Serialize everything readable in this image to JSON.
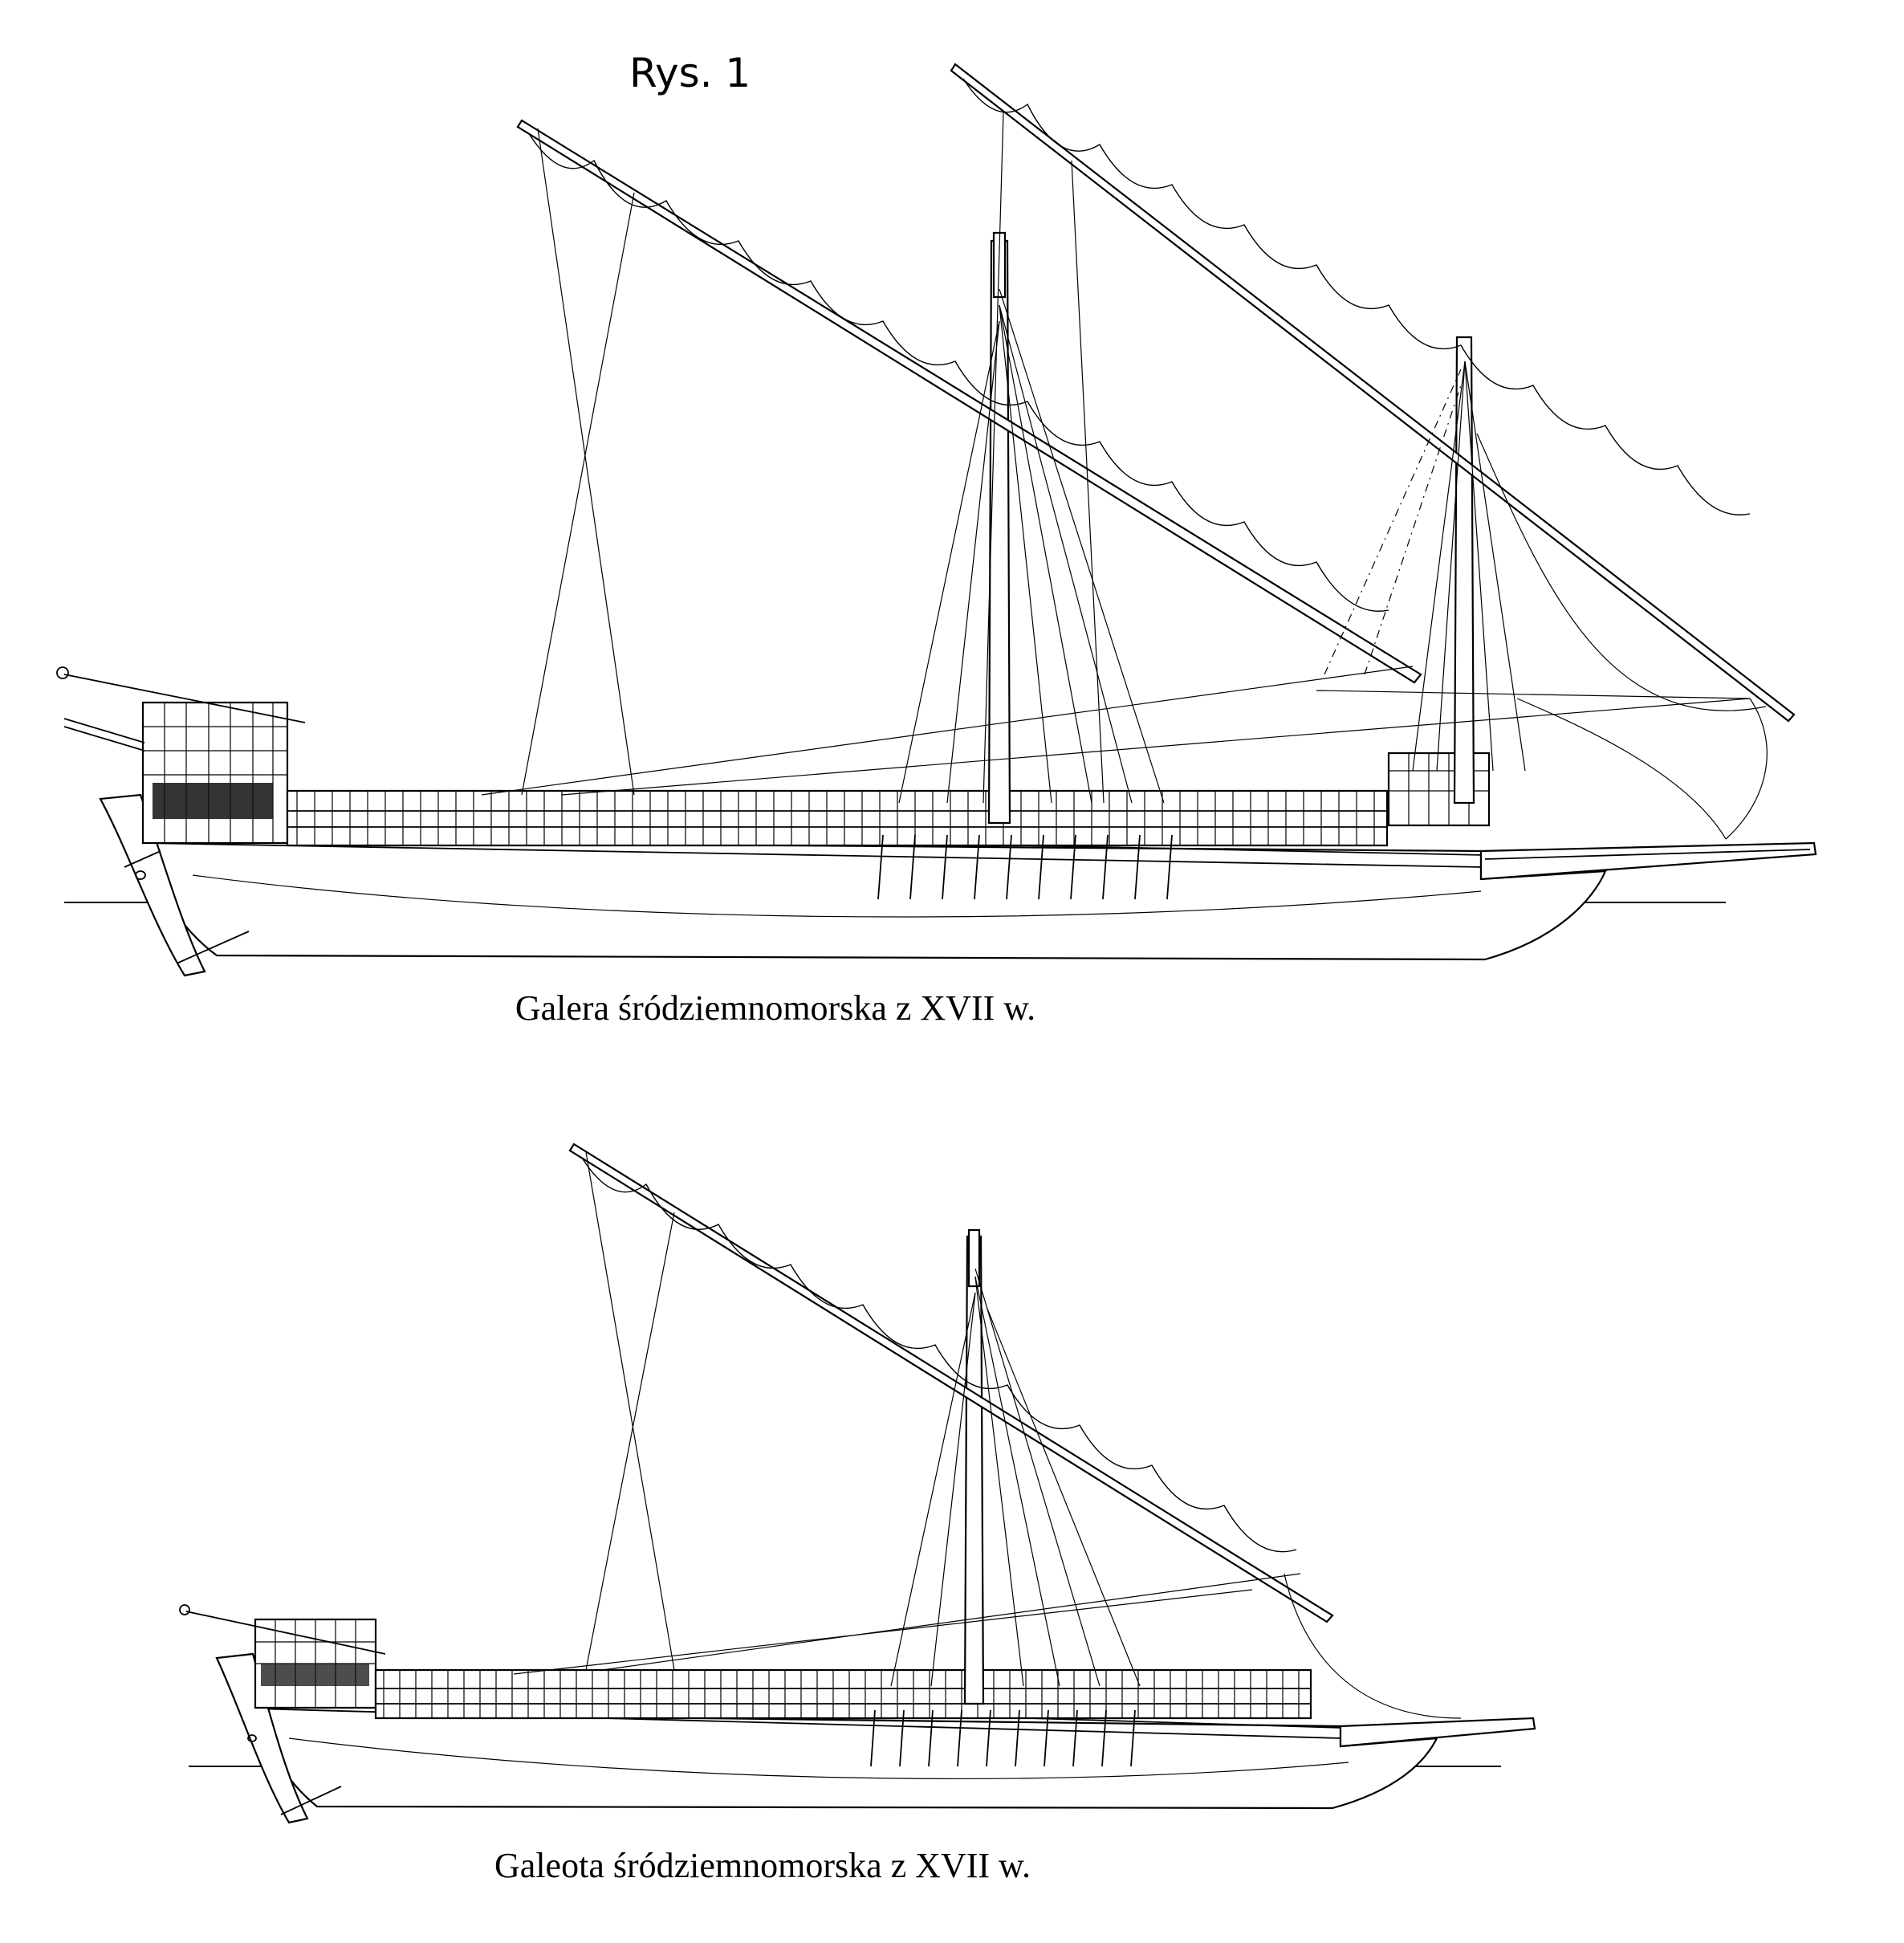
{
  "figure_label": "Rys. 1",
  "ships": [
    {
      "caption": "Galera śródziemnomorska z XVII w."
    },
    {
      "caption": "Galeota śródziemnomorska z XVII w."
    }
  ]
}
